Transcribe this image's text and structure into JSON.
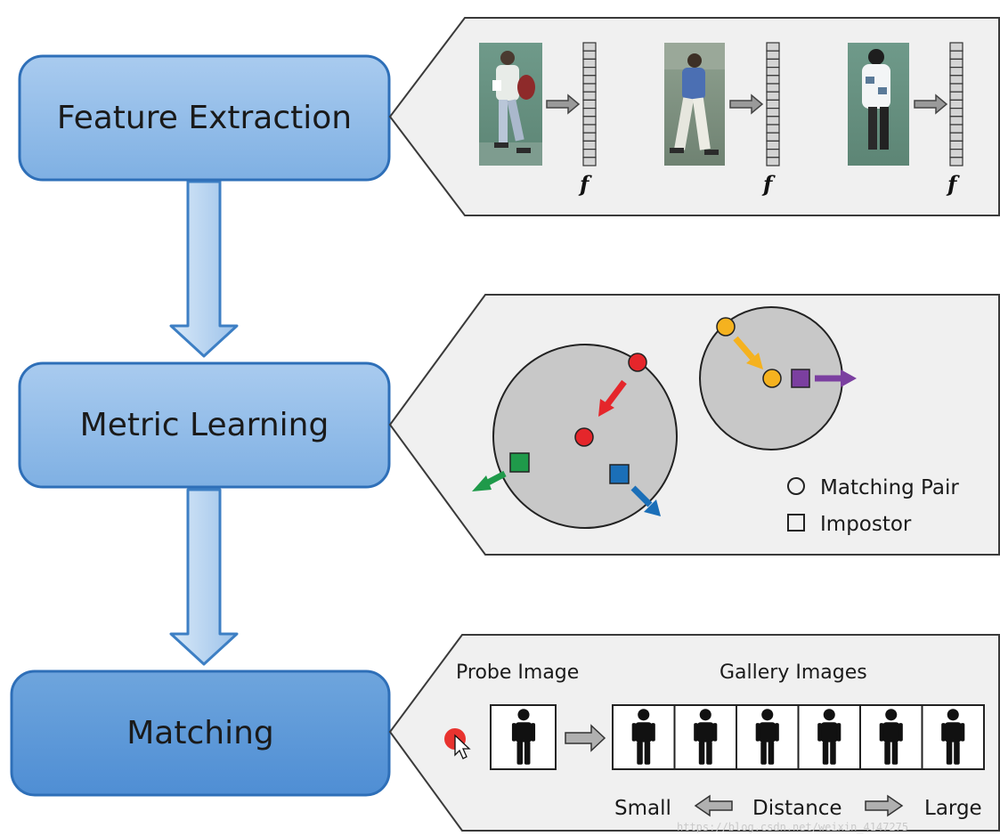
{
  "stages": [
    {
      "label": "Feature Extraction"
    },
    {
      "label": "Metric Learning"
    },
    {
      "label": "Matching"
    }
  ],
  "feature_extraction": {
    "vector_label": "f",
    "subjects": [
      "walking-person-photo",
      "walking-person-photo",
      "walking-person-photo"
    ]
  },
  "metric_learning": {
    "legend": {
      "matching_pair": "Matching Pair",
      "impostor": "Impostor"
    },
    "colors": {
      "matching_red": "#e5262b",
      "matching_yellow": "#f5b21f",
      "impostor_green": "#1f9a4a",
      "impostor_blue": "#1b6fb8",
      "impostor_purple": "#7b3fa0"
    }
  },
  "matching": {
    "probe_label": "Probe Image",
    "gallery_label": "Gallery Images",
    "gallery_count": 6,
    "distance_small": "Small",
    "distance_label": "Distance",
    "distance_large": "Large",
    "icon": "person-silhouette-icon"
  },
  "watermark": "https://blog.csdn.net/weixin_4147275"
}
